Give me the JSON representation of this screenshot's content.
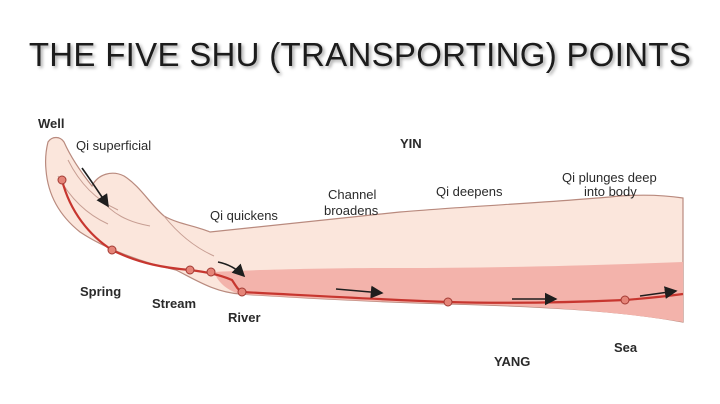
{
  "title": "THE FIVE SHU (TRANSPORTING) POINTS",
  "points": [
    "Well",
    "Spring",
    "Stream",
    "River",
    "Sea"
  ],
  "annotations": {
    "qi_superficial": "Qi superficial",
    "qi_quickens": "Qi quickens",
    "channel_broadens": [
      "Channel",
      "broadens"
    ],
    "qi_deepens": "Qi deepens",
    "qi_plunges": [
      "Qi plunges deep",
      "into body"
    ],
    "yin": "YIN",
    "yang": "YANG"
  },
  "colors": {
    "skin": "#fbe6dc",
    "skin_outline": "#b98a7e",
    "yang_band": "#f3b3ab",
    "channel_line": "#c7362f",
    "point_fill": "#e58478",
    "arrow": "#1e1e1e"
  }
}
